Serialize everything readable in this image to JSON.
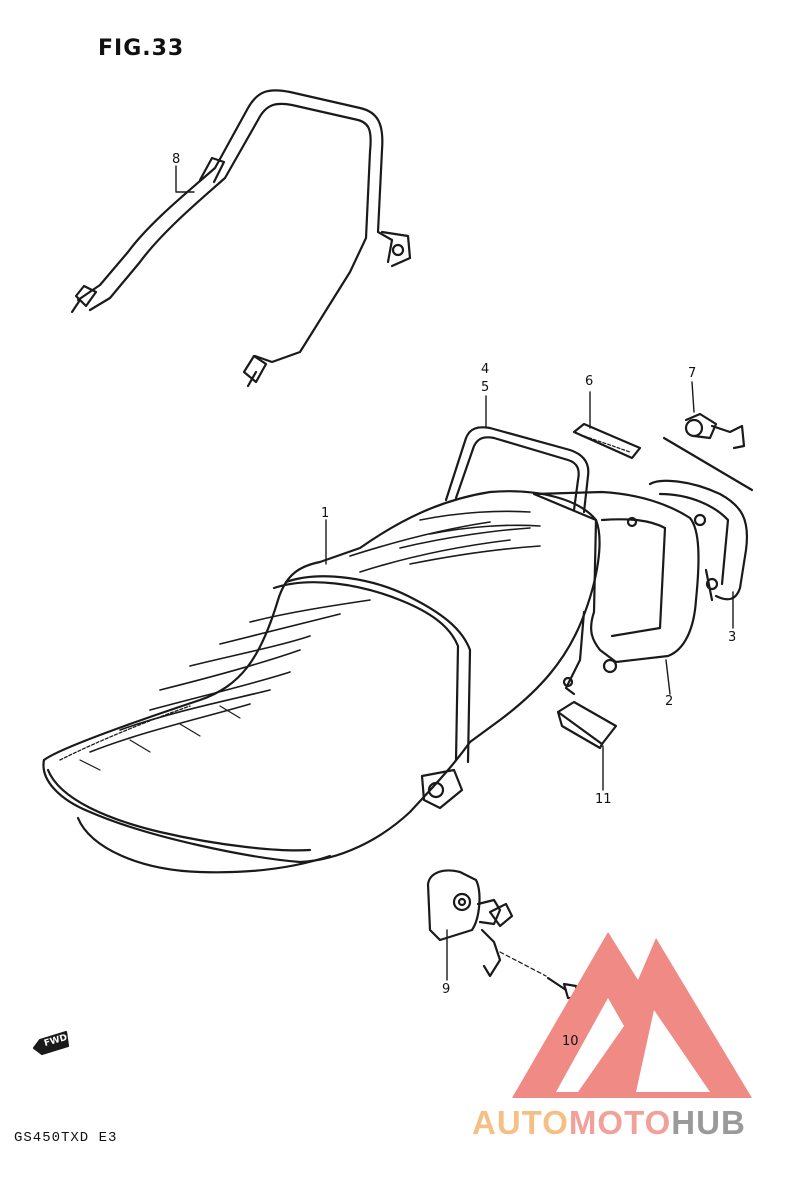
{
  "figure": {
    "title": "FIG.33",
    "model": "GS450TXD E3"
  },
  "callouts": [
    {
      "id": "8",
      "text": "8"
    },
    {
      "id": "4",
      "text": "4"
    },
    {
      "id": "5",
      "text": "5"
    },
    {
      "id": "6",
      "text": "6"
    },
    {
      "id": "7",
      "text": "7"
    },
    {
      "id": "1",
      "text": "1"
    },
    {
      "id": "3",
      "text": "3"
    },
    {
      "id": "2",
      "text": "2"
    },
    {
      "id": "11",
      "text": "11"
    },
    {
      "id": "9",
      "text": "9"
    },
    {
      "id": "10",
      "text": "10"
    }
  ],
  "direction_marker": "FWD",
  "watermark": {
    "part1": "AUTO",
    "part2": "MOTO",
    "part3": "HUB"
  },
  "colors": {
    "line": "#1a1a1a",
    "logo_red": "#f08a84",
    "logo_orange": "#f5bf86",
    "logo_grey": "#9a9a9a"
  }
}
